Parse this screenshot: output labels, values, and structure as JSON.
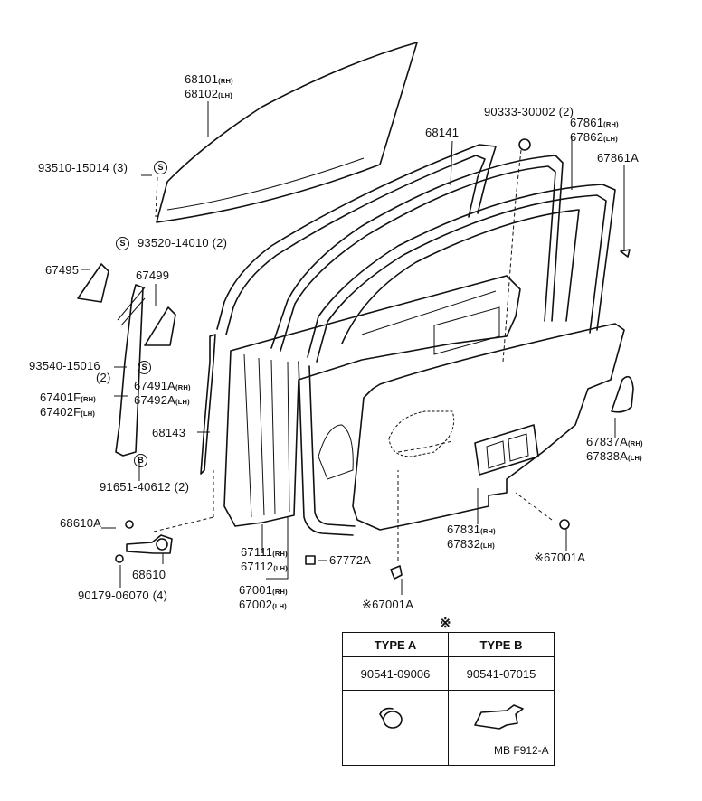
{
  "parts": {
    "glass_rh": "68101",
    "glass_lh": "68102",
    "run_channel": "68141",
    "bolt_93510": "93510-15014 (3)",
    "screw_93520": "93520-14010 (2)",
    "clip_90333": "90333-30002 (2)",
    "weatherstrip_rh": "67861",
    "weatherstrip_lh": "67862",
    "weatherstrip_clip": "67861A",
    "cover_67495": "67495",
    "cover_67499": "67499",
    "screw_93540": "93540-15016",
    "screw_93540_qty": "(2)",
    "cover_67491a": "67491A",
    "cover_67492a": "67492A",
    "frame_rh": "67401F",
    "frame_lh": "67402F",
    "channel_68143": "68143",
    "bolt_91651": "91651-40612 (2)",
    "check_bolt": "68610A",
    "door_check": "68610",
    "nut_90179": "90179-06070 (4)",
    "sash_rh": "67111",
    "sash_lh": "67112",
    "clip_67772a": "67772A",
    "panel_rh": "67001",
    "panel_lh": "67002",
    "clip_67001a_bottom": "※67001A",
    "trim_rh": "67831",
    "trim_lh": "67832",
    "clip_67001a_right": "※67001A",
    "pocket_rh": "67837A",
    "pocket_lh": "67838A"
  },
  "sides": {
    "rh": "(RH)",
    "lh": "(LH)"
  },
  "symbols": {
    "s": "S",
    "b": "B"
  },
  "note_mark": "※",
  "type_table": {
    "headers": [
      "TYPE A",
      "TYPE B"
    ],
    "values": [
      "90541-09006",
      "90541-07015"
    ]
  },
  "drawing_code": "MB F912-A"
}
